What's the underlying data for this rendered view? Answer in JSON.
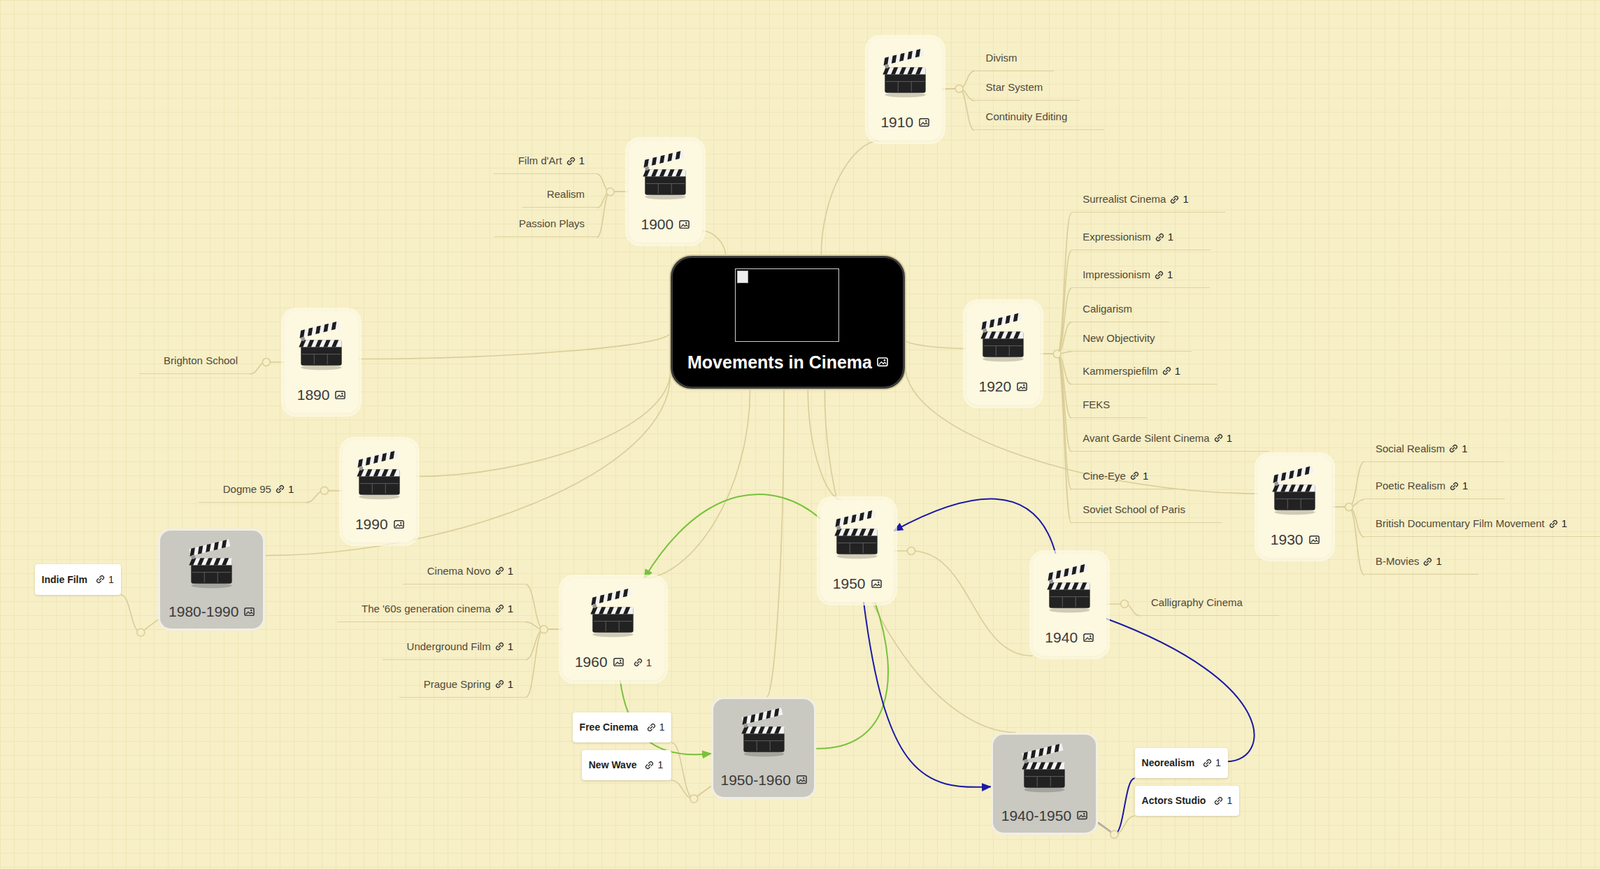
{
  "diagram": {
    "nodes": [
      {
        "text": [
          "Movements in Cinema"
        ]
      },
      {
        "text": [
          "1910"
        ]
      },
      {
        "text": [
          "Divism"
        ]
      },
      {
        "text": [
          "Star System"
        ]
      },
      {
        "text": [
          "Continuity Editing"
        ]
      },
      {
        "text": [
          "1900"
        ]
      },
      {
        "text": [
          "Film d'Art",
          "1"
        ]
      },
      {
        "text": [
          "Realism"
        ]
      },
      {
        "text": [
          "Passion Plays"
        ]
      },
      {
        "text": [
          "1920"
        ]
      },
      {
        "text": [
          "Surrealist Cinema",
          "1"
        ]
      },
      {
        "text": [
          "Expressionism",
          "1"
        ]
      },
      {
        "text": [
          "Impressionism",
          "1"
        ]
      },
      {
        "text": [
          "Caligarism"
        ]
      },
      {
        "text": [
          "New Objectivity"
        ]
      },
      {
        "text": [
          "Kammerspiefilm",
          "1"
        ]
      },
      {
        "text": [
          "FEKS"
        ]
      },
      {
        "text": [
          "Avant Garde Silent Cinema",
          "1"
        ]
      },
      {
        "text": [
          "Cine-Eye",
          "1"
        ]
      },
      {
        "text": [
          "Soviet School of Paris"
        ]
      },
      {
        "text": [
          "1890"
        ]
      },
      {
        "text": [
          "Brighton School"
        ]
      },
      {
        "text": [
          "1930"
        ]
      },
      {
        "text": [
          "Social Realism",
          "1"
        ]
      },
      {
        "text": [
          "Poetic Realism",
          "1"
        ]
      },
      {
        "text": [
          "British Documentary Film Movement",
          "1"
        ]
      },
      {
        "text": [
          "B-Movies",
          "1"
        ]
      },
      {
        "text": [
          "1990"
        ]
      },
      {
        "text": [
          "Dogme 95",
          "1"
        ]
      },
      {
        "text": [
          "1980-1990"
        ]
      },
      {
        "text": [
          "Indie Film",
          "1"
        ]
      },
      {
        "text": [
          "1950"
        ]
      },
      {
        "text": [
          "1940"
        ]
      },
      {
        "text": [
          "Calligraphy Cinema"
        ]
      },
      {
        "text": [
          "1960",
          "1"
        ]
      },
      {
        "text": [
          "Cinema Novo",
          "1"
        ]
      },
      {
        "text": [
          "The '60s generation cinema",
          "1"
        ]
      },
      {
        "text": [
          "Underground Film",
          "1"
        ]
      },
      {
        "text": [
          "Prague Spring",
          "1"
        ]
      },
      {
        "text": [
          "1950-1960"
        ]
      },
      {
        "text": [
          "Free Cinema",
          "1"
        ]
      },
      {
        "text": [
          "New Wave",
          "1"
        ]
      },
      {
        "text": [
          "1940-1950"
        ]
      },
      {
        "text": [
          "Neorealism",
          "1"
        ]
      },
      {
        "text": [
          "Actors Studio",
          "1"
        ]
      }
    ],
    "edges": [
      {
        "from": 0,
        "to": 1,
        "arrow": "none"
      },
      {
        "from": 0,
        "to": 5,
        "arrow": "none"
      },
      {
        "from": 0,
        "to": 9,
        "arrow": "none"
      },
      {
        "from": 0,
        "to": 20,
        "arrow": "none"
      },
      {
        "from": 0,
        "to": 22,
        "arrow": "none"
      },
      {
        "from": 0,
        "to": 27,
        "arrow": "none"
      },
      {
        "from": 0,
        "to": 29,
        "arrow": "none"
      },
      {
        "from": 0,
        "to": 31,
        "arrow": "none"
      },
      {
        "from": 0,
        "to": 34,
        "arrow": "none"
      },
      {
        "from": 0,
        "to": 39,
        "arrow": "none"
      },
      {
        "from": 0,
        "to": 42,
        "arrow": "none"
      },
      {
        "from": 1,
        "to": 2,
        "arrow": "none"
      },
      {
        "from": 1,
        "to": 3,
        "arrow": "none"
      },
      {
        "from": 1,
        "to": 4,
        "arrow": "none"
      },
      {
        "from": 5,
        "to": 6,
        "arrow": "none"
      },
      {
        "from": 5,
        "to": 7,
        "arrow": "none"
      },
      {
        "from": 5,
        "to": 8,
        "arrow": "none"
      },
      {
        "from": 9,
        "to": 10,
        "arrow": "none"
      },
      {
        "from": 9,
        "to": 11,
        "arrow": "none"
      },
      {
        "from": 9,
        "to": 12,
        "arrow": "none"
      },
      {
        "from": 9,
        "to": 13,
        "arrow": "none"
      },
      {
        "from": 9,
        "to": 14,
        "arrow": "none"
      },
      {
        "from": 9,
        "to": 15,
        "arrow": "none"
      },
      {
        "from": 9,
        "to": 16,
        "arrow": "none"
      },
      {
        "from": 9,
        "to": 17,
        "arrow": "none"
      },
      {
        "from": 9,
        "to": 18,
        "arrow": "none"
      },
      {
        "from": 9,
        "to": 19,
        "arrow": "none"
      },
      {
        "from": 20,
        "to": 21,
        "arrow": "none"
      },
      {
        "from": 22,
        "to": 23,
        "arrow": "none"
      },
      {
        "from": 22,
        "to": 24,
        "arrow": "none"
      },
      {
        "from": 22,
        "to": 25,
        "arrow": "none"
      },
      {
        "from": 22,
        "to": 26,
        "arrow": "none"
      },
      {
        "from": 27,
        "to": 28,
        "arrow": "none"
      },
      {
        "from": 29,
        "to": 30,
        "arrow": "none"
      },
      {
        "from": 31,
        "to": 32,
        "arrow": "none"
      },
      {
        "from": 32,
        "to": 33,
        "arrow": "none"
      },
      {
        "from": 34,
        "to": 35,
        "arrow": "none"
      },
      {
        "from": 34,
        "to": 36,
        "arrow": "none"
      },
      {
        "from": 34,
        "to": 37,
        "arrow": "none"
      },
      {
        "from": 34,
        "to": 38,
        "arrow": "none"
      },
      {
        "from": 39,
        "to": 40,
        "arrow": "none"
      },
      {
        "from": 39,
        "to": 41,
        "arrow": "none"
      },
      {
        "from": 42,
        "to": 43,
        "arrow": "none"
      },
      {
        "from": 42,
        "to": 44,
        "arrow": "none"
      },
      {
        "from": 31,
        "to": 34,
        "arrow": "to"
      },
      {
        "from": 31,
        "to": 39,
        "arrow": "none"
      },
      {
        "from": 34,
        "to": 39,
        "arrow": "to"
      },
      {
        "from": 32,
        "to": 31,
        "arrow": "to"
      },
      {
        "from": 31,
        "to": 42,
        "arrow": "to"
      },
      {
        "from": 32,
        "to": 43,
        "arrow": "none"
      }
    ]
  }
}
